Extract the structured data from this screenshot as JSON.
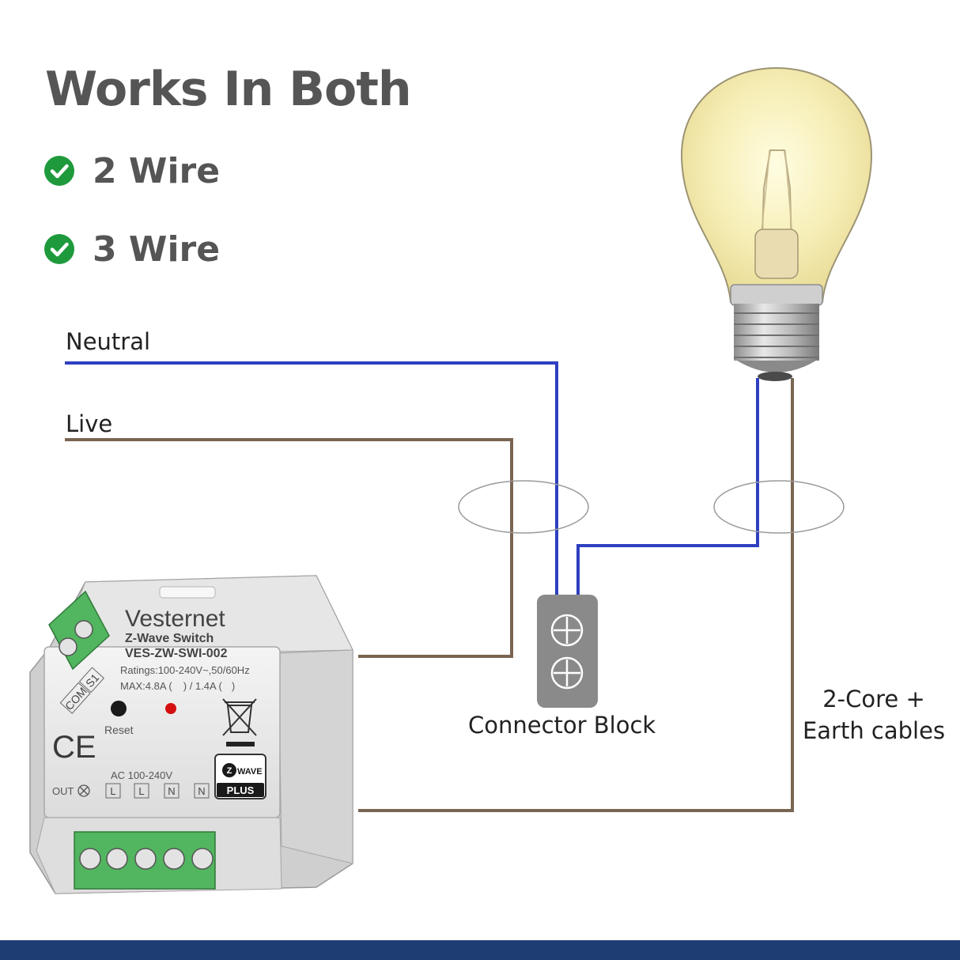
{
  "headline": "Works In Both",
  "features": [
    {
      "label": "2 Wire",
      "icon": "check-circle-icon"
    },
    {
      "label": "3 Wire",
      "icon": "check-circle-icon"
    }
  ],
  "wires": {
    "neutral_label": "Neutral",
    "live_label": "Live"
  },
  "connector_block_label": "Connector Block",
  "cable_label_line1": "2-Core +",
  "cable_label_line2": "Earth cables",
  "device": {
    "brand": "Vesternet",
    "product": "Z-Wave Switch",
    "model": "VES-ZW-SWI-002",
    "ratings": "Ratings:100-240V~,50/60Hz",
    "max": "MAX:4.8A (",
    "max_mid": ") / 1.4A (",
    "max_end": ")",
    "reset": "Reset",
    "ce": "CE",
    "ac": "AC 100-240V",
    "out": "OUT",
    "terminals": [
      "L",
      "L",
      "N",
      "N"
    ],
    "top_terminals": [
      "COM",
      "S1"
    ],
    "badge_top": "WAVE",
    "badge_bottom": "PLUS"
  },
  "colors": {
    "neutral_wire": "#2e3fc0",
    "live_wire": "#7a6552",
    "check_green": "#1e9a3c",
    "heading_gray": "#555555",
    "connector_block": "#8a8a8a",
    "bottom_bar": "#1e3d73"
  }
}
